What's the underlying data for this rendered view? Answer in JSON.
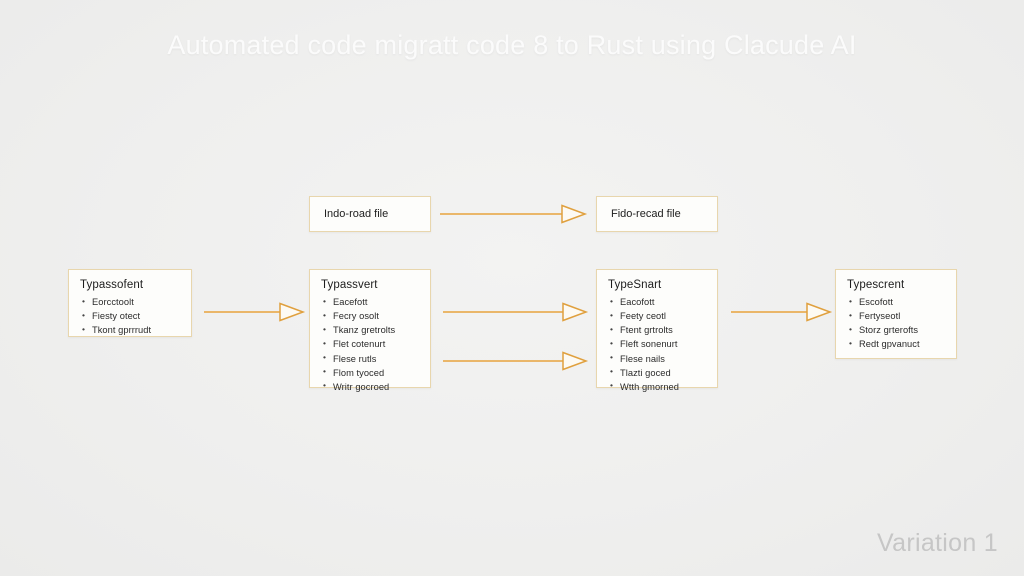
{
  "page": {
    "title": "Automated code migratt code 8 to Rust using Clacude AI",
    "variation_label": "Variation 1",
    "background_color": "#f0f0f0",
    "title_color": "#fbfbfb",
    "accent_color": "#e8a33d",
    "node_border_color": "#e8d6ad",
    "node_fill_color": "#fdfdfb",
    "variation_color": "#c6c6c6"
  },
  "diagram": {
    "type": "flowchart",
    "file_nodes": [
      {
        "id": "file-in",
        "label": "Indo-road file"
      },
      {
        "id": "file-out",
        "label": "Fido-recad file"
      }
    ],
    "stage_nodes": [
      {
        "id": "stage-1",
        "title": "Typassofent",
        "items": [
          "Eorcctoolt",
          "Fiesty otect",
          "Tkont gprrrudt"
        ]
      },
      {
        "id": "stage-2",
        "title": "Typassvert",
        "items": [
          "Eacefott",
          "Fecry osolt",
          "Tkanz gretrolts",
          "Flet cotenurt",
          "Flese rutls",
          "Flom tyoced",
          "Writr gocroed"
        ]
      },
      {
        "id": "stage-3",
        "title": "TypeSnart",
        "items": [
          "Eacofott",
          "Feety ceotl",
          "Ftent grtrolts",
          "Fleft sonenurt",
          "Flese nails",
          "Tlazti goced",
          "Wtth gmorned"
        ]
      },
      {
        "id": "stage-4",
        "title": "Typescrent",
        "items": [
          "Escofott",
          "Fertyseotl",
          "Storz grterofts",
          "Redt gpvanuct"
        ]
      }
    ],
    "arrows": [
      {
        "id": "arrow-file",
        "from": "file-in",
        "to": "file-out"
      },
      {
        "id": "arrow-1",
        "from": "stage-1",
        "to": "stage-2"
      },
      {
        "id": "arrow-2-upper",
        "from": "stage-2",
        "to": "stage-3"
      },
      {
        "id": "arrow-2-lower",
        "from": "stage-2",
        "to": "stage-3"
      },
      {
        "id": "arrow-3",
        "from": "stage-3",
        "to": "stage-4"
      }
    ]
  }
}
